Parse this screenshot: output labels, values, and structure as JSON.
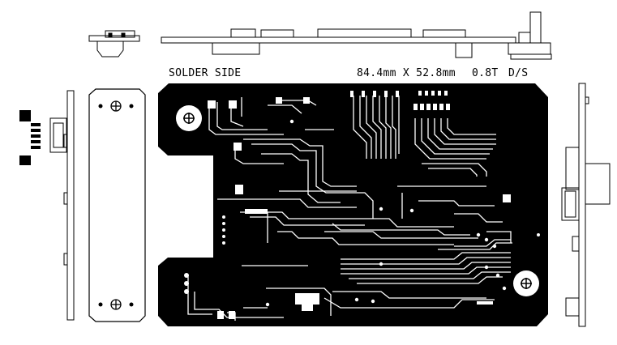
{
  "drawing": {
    "side_label": "SOLDER SIDE",
    "dimensions_label": "84.4mm X 52.8mm",
    "thickness_label": "0.8T",
    "layers_label": "D/S"
  },
  "colors": {
    "copper": "#000000",
    "background": "#ffffff",
    "outline": "#000000"
  },
  "views": [
    "top-edge-view",
    "left-edge-view",
    "left-bracket-view",
    "solder-side-board",
    "right-edge-view"
  ]
}
